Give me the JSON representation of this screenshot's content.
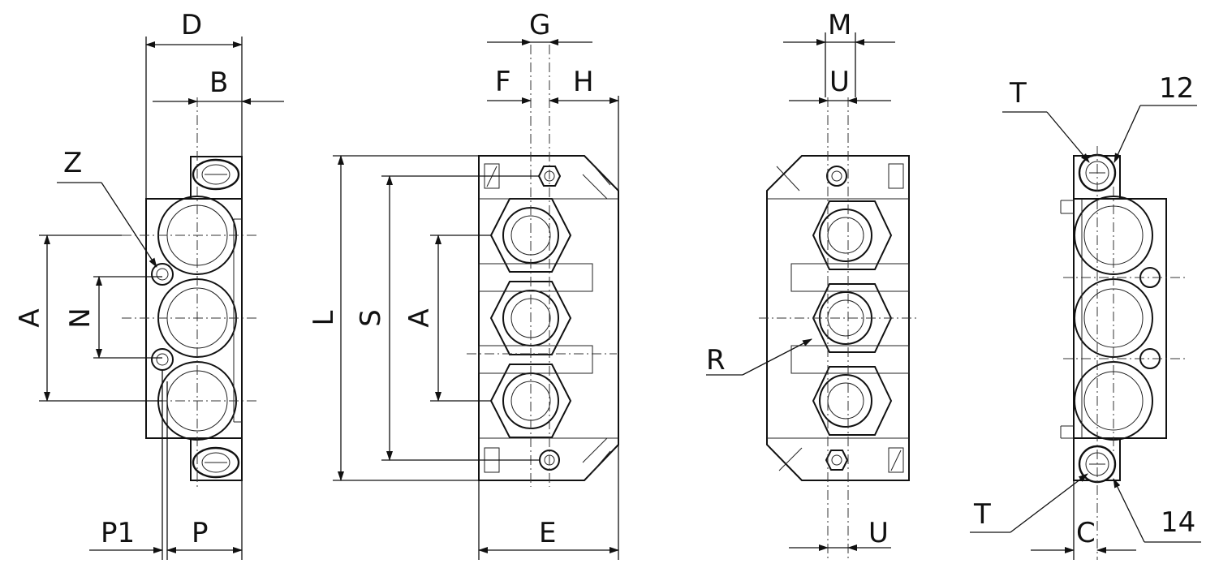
{
  "labels": {
    "D": "D",
    "B": "B",
    "Z": "Z",
    "A": "A",
    "N": "N",
    "P1": "P1",
    "P": "P",
    "G": "G",
    "F": "F",
    "H": "H",
    "L": "L",
    "S": "S",
    "E": "E",
    "M": "M",
    "U": "U",
    "R": "R",
    "T": "T",
    "C": "C",
    "n12": "12",
    "n14": "14"
  }
}
